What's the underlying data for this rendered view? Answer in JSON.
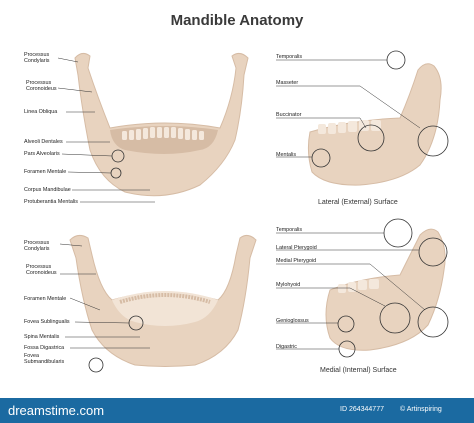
{
  "title": "Mandible Anatomy",
  "labels": {
    "processus_condylaris": "Processus\nCondylaris",
    "processus_coronoideus": "Processus\nCoronoideus",
    "linea_obliqua": "Linea Obliqua",
    "alveoli_dentales": "Alveoli Dentales",
    "pars_alveolaris": "Pars Alveolaris",
    "foramen_mentale": "Foramen Mentale",
    "corpus_mandibulae": "Corpus Mandibulae",
    "protuberantia_mentalis": "Protuberantia Mentalis",
    "processus_condylaris_2": "Processus\nCondylaris",
    "processus_coronoideus_2": "Processus\nCoronoideus",
    "foramen_mentale_2": "Foramen Mentale",
    "fovea_sublingualis": "Fovea Sublingualis",
    "spina_mentalis": "Spina Mentalis",
    "fossa_digastrica": "Fossa Digastrica",
    "fovea_submandibularis": "Fovea\nSubmandibularis",
    "temporalis": "Temporalis",
    "masseter": "Masseter",
    "buccinator": "Buccinator",
    "mentalis": "Mentalis",
    "temporalis_2": "Temporalis",
    "lateral_pterygoid": "Lateral Pterygoid",
    "medial_pterygoid": "Medial Pterygoid",
    "mylohyoid": "Mylohyoid",
    "genioglossus": "Genioglossus",
    "digastric": "Digastric"
  },
  "captions": {
    "lateral": "Lateral (External) Surface",
    "medial": "Medial (Internal) Surface"
  },
  "footer": {
    "brand": "dreamstime.com",
    "id": "ID 264344777",
    "credit": "© Artinspiring"
  },
  "colors": {
    "bone": "#e8d3bf",
    "bone_shadow": "#d6bca5",
    "footer": "#1b6aa1"
  }
}
